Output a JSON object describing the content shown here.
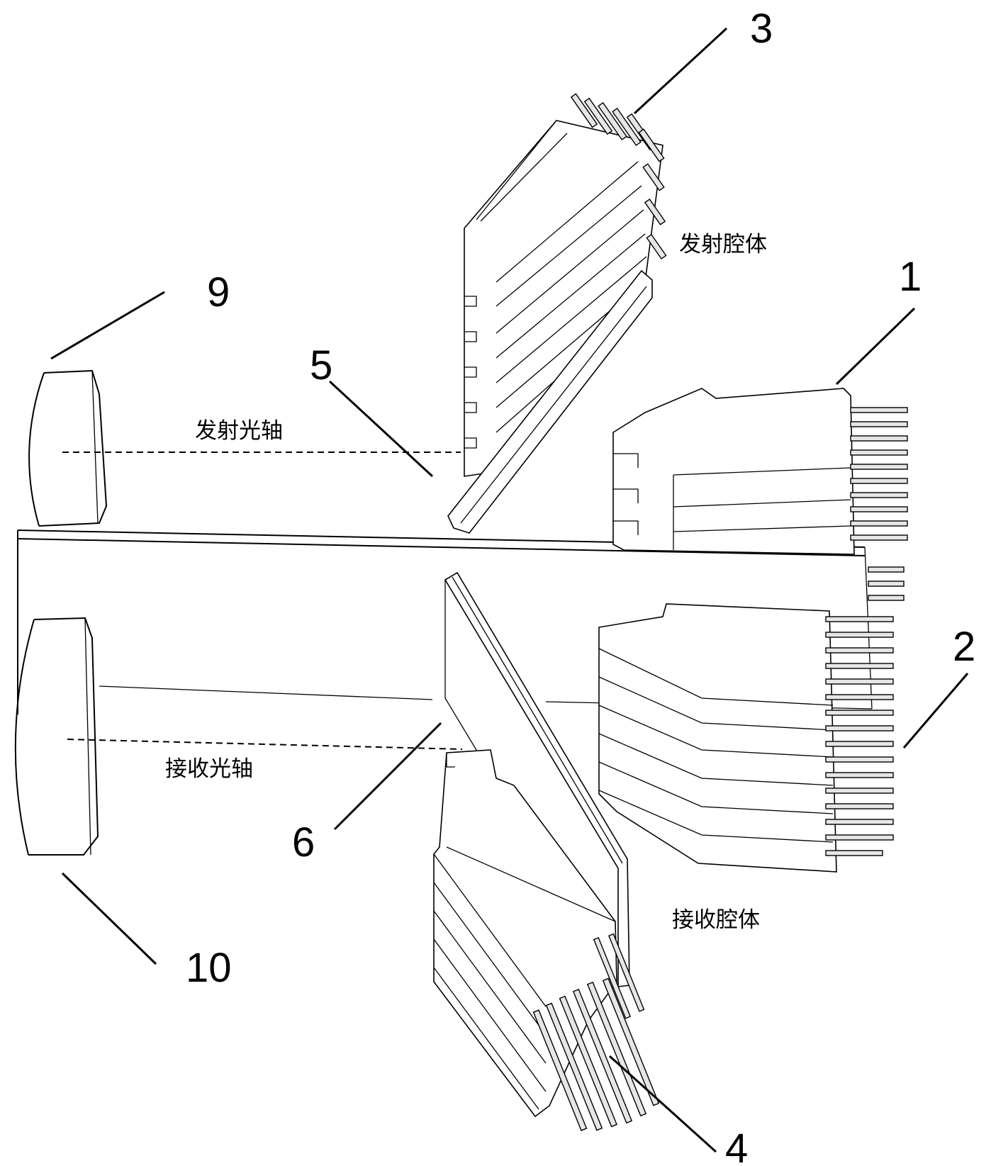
{
  "labels": {
    "n1": "1",
    "n2": "2",
    "n3": "3",
    "n4": "4",
    "n5": "5",
    "n6": "6",
    "n9": "9",
    "n10": "10",
    "emit_cavity": "发射腔体",
    "emit_axis": "发射光轴",
    "recv_cavity": "接收腔体",
    "recv_axis": "接收光轴"
  },
  "colors": {
    "line": "#000000",
    "background": "#ffffff",
    "pin_fill": "#e6e6e6"
  }
}
